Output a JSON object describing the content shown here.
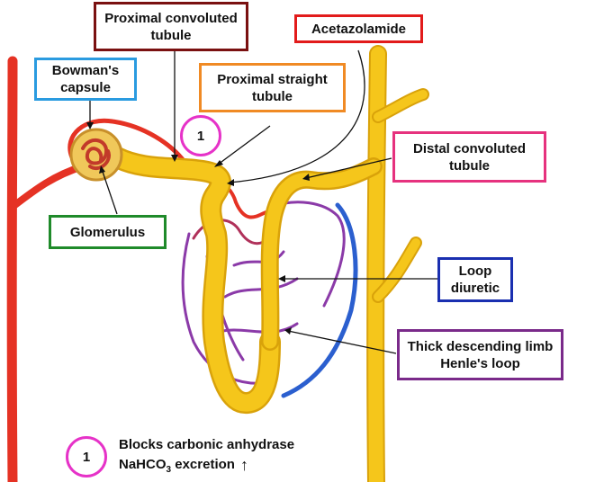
{
  "labels": {
    "proximal_convoluted": [
      "Proximal convoluted",
      "tubule"
    ],
    "acetazolamide": [
      "Acetazolamide"
    ],
    "bowmans_capsule": [
      "Bowman's",
      "capsule"
    ],
    "proximal_straight": [
      "Proximal straight",
      "tubule"
    ],
    "distal_convoluted": [
      "Distal convoluted",
      "tubule"
    ],
    "glomerulus": [
      "Glomerulus"
    ],
    "loop_diuretic": [
      "Loop",
      "diuretic"
    ],
    "thick_descending": [
      "Thick descending limb",
      "Henle's loop"
    ]
  },
  "badge_marker": "1",
  "legend": {
    "marker": "1",
    "line1": "Blocks carbonic anhydrase",
    "line2_prefix": "NaHCO",
    "line2_sub": "3",
    "line2_suffix": " excretion",
    "arrow": "↑"
  },
  "colors": {
    "tubule": "#f5c61b",
    "tubule_edge": "#d9a20a",
    "artery": "#e53224",
    "vein": "#2b5fcf",
    "capillary": "#8b3aa8",
    "border_proximal_convoluted": "#7a1010",
    "border_acetazolamide": "#e21b1b",
    "border_bowmans": "#2a9be0",
    "border_proximal_straight": "#f08a24",
    "border_distal": "#e6327e",
    "border_glomerulus": "#1f8a2a",
    "border_loop_diuretic": "#1a2fb0",
    "border_thick_descending": "#7a2a8a",
    "badge": "#e632c8"
  }
}
